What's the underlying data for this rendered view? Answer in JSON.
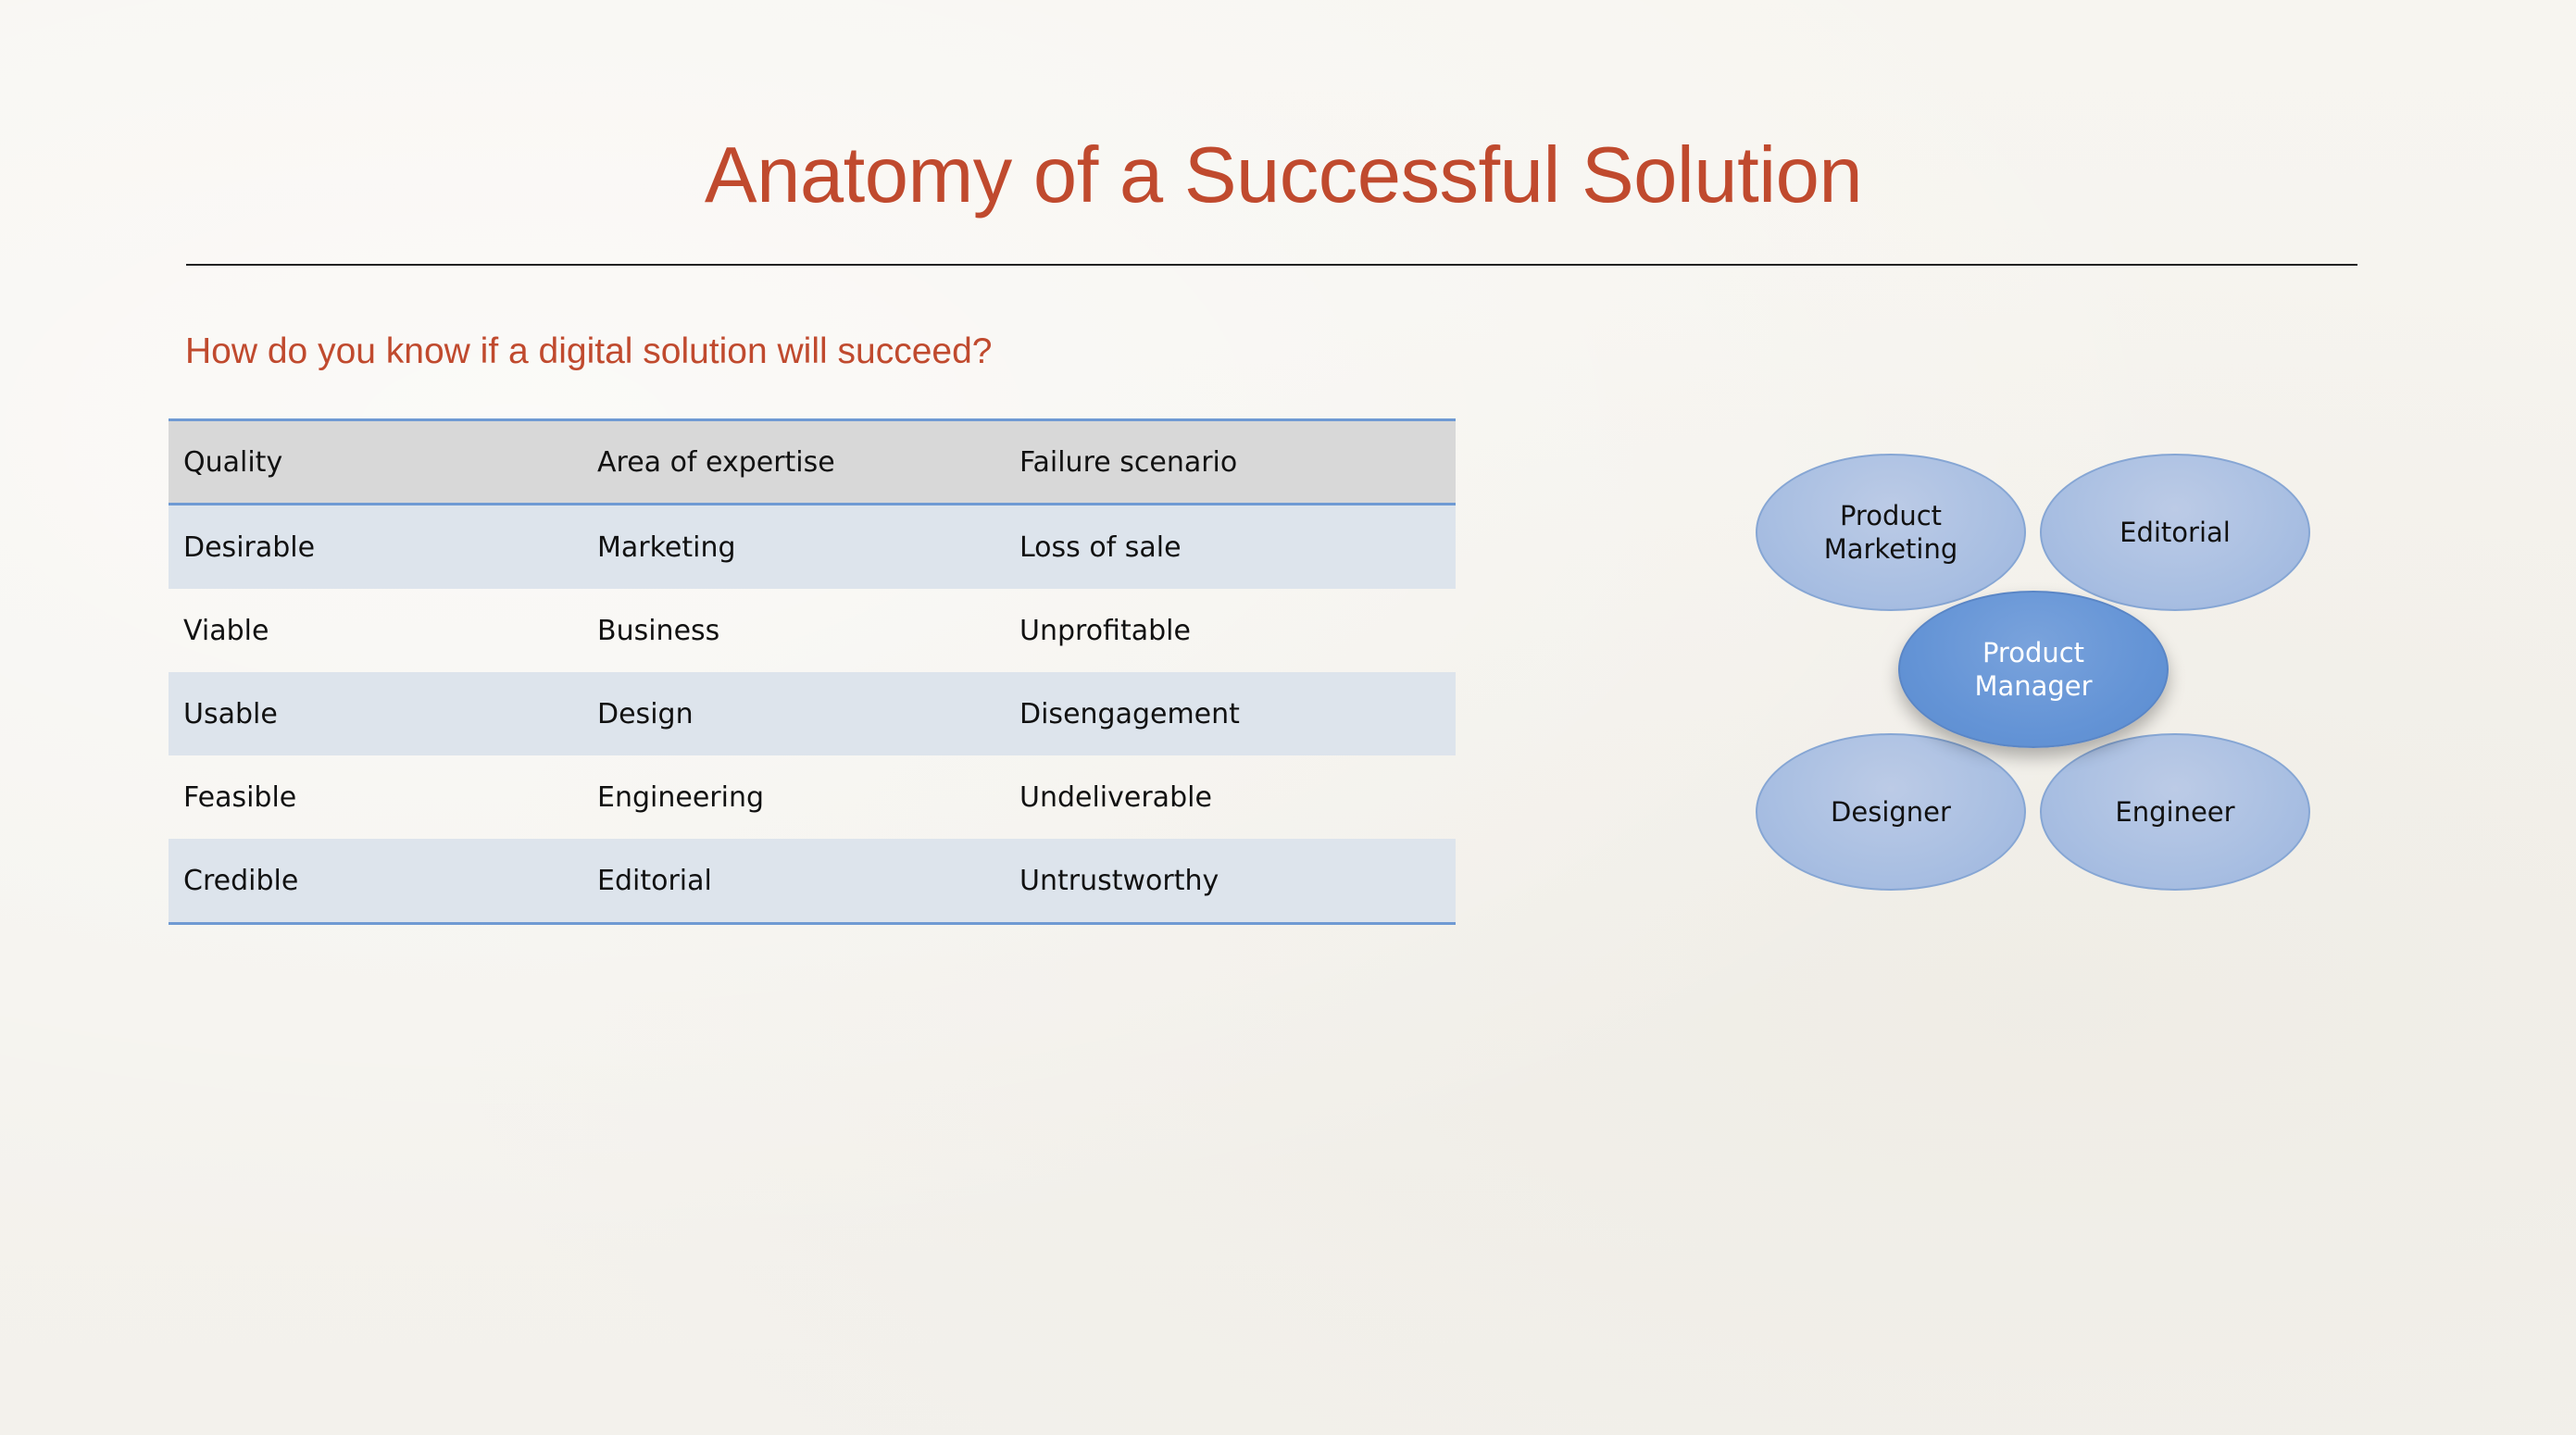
{
  "slide": {
    "title": "Anatomy of a Successful Solution",
    "subtitle": "How do you know if a digital solution will succeed?"
  },
  "table": {
    "headers": [
      "Quality",
      "Area of expertise",
      "Failure scenario"
    ],
    "rows": [
      [
        "Desirable",
        "Marketing",
        "Loss of sale"
      ],
      [
        "Viable",
        "Business",
        "Unprofitable"
      ],
      [
        "Usable",
        "Design",
        "Disengagement"
      ],
      [
        "Feasible",
        "Engineering",
        "Undeliverable"
      ],
      [
        "Credible",
        "Editorial",
        "Untrustworthy"
      ]
    ]
  },
  "diagram": {
    "center": {
      "line1": "Product",
      "line2": "Manager"
    },
    "top_left": {
      "line1": "Product",
      "line2": "Marketing"
    },
    "top_right": {
      "label": "Editorial"
    },
    "bottom_left": {
      "label": "Designer"
    },
    "bottom_right": {
      "label": "Engineer"
    }
  },
  "colors": {
    "accent": "#c04a2e",
    "table_border": "#6f9ad3",
    "node_fill": "#a9bfe2",
    "center_fill": "#6494d6"
  }
}
